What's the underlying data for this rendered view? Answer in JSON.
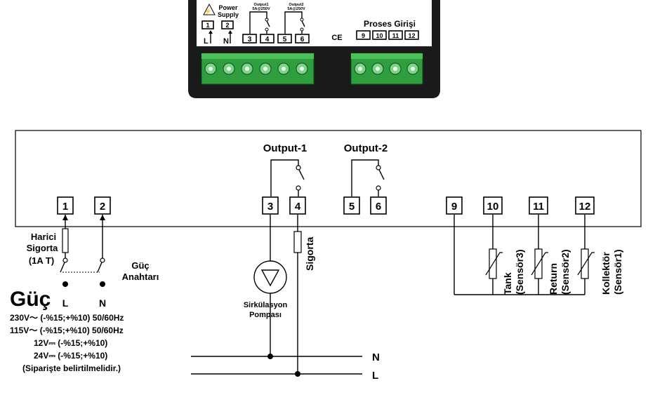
{
  "device": {
    "power_supply_line1": "Power",
    "power_supply_line2": "Supply",
    "output1_small_line1": "Output1",
    "output1_small_line2": "5A@250V",
    "output2_small_line1": "Output2",
    "output2_small_line2": "5A@250V",
    "ce_mark": "CE",
    "process_input_label": "Proses Girişi",
    "term_L": "L",
    "term_N": "N",
    "top_terminals": [
      "1",
      "2",
      "3",
      "4",
      "5",
      "6",
      "9",
      "10",
      "11",
      "12"
    ]
  },
  "diagram": {
    "output1_label": "Output-1",
    "output2_label": "Output-2",
    "terminals": [
      "1",
      "2",
      "3",
      "4",
      "5",
      "6",
      "9",
      "10",
      "11",
      "12"
    ],
    "fuse_label_line1": "Harici",
    "fuse_label_line2": "Sigorta",
    "fuse_label_line3": "(1A T)",
    "switch_label_line1": "Güç",
    "switch_label_line2": "Anahtarı",
    "power_title": "Güç",
    "phase_L": "L",
    "phase_N": "N",
    "pump_label_line1": "Sirkülasyon",
    "pump_label_line2": "Pompası",
    "output_fuse_label": "Sigorta",
    "bus_N": "N",
    "bus_L": "L",
    "sensors": [
      {
        "name": "Tank",
        "sub": "(Sensör3)"
      },
      {
        "name": "Return",
        "sub": "(Sensör2)"
      },
      {
        "name": "Kollektör",
        "sub": "(Sensör1)"
      }
    ],
    "power_specs": [
      "230V～ (-%15;+%10) 50/60Hz",
      "115V～ (-%15;+%10) 50/60Hz",
      "12V⎓ (-%15;+%10)",
      "24V⎓ (-%15;+%10)",
      "(Siparişte belirtilmelidir.)"
    ]
  }
}
